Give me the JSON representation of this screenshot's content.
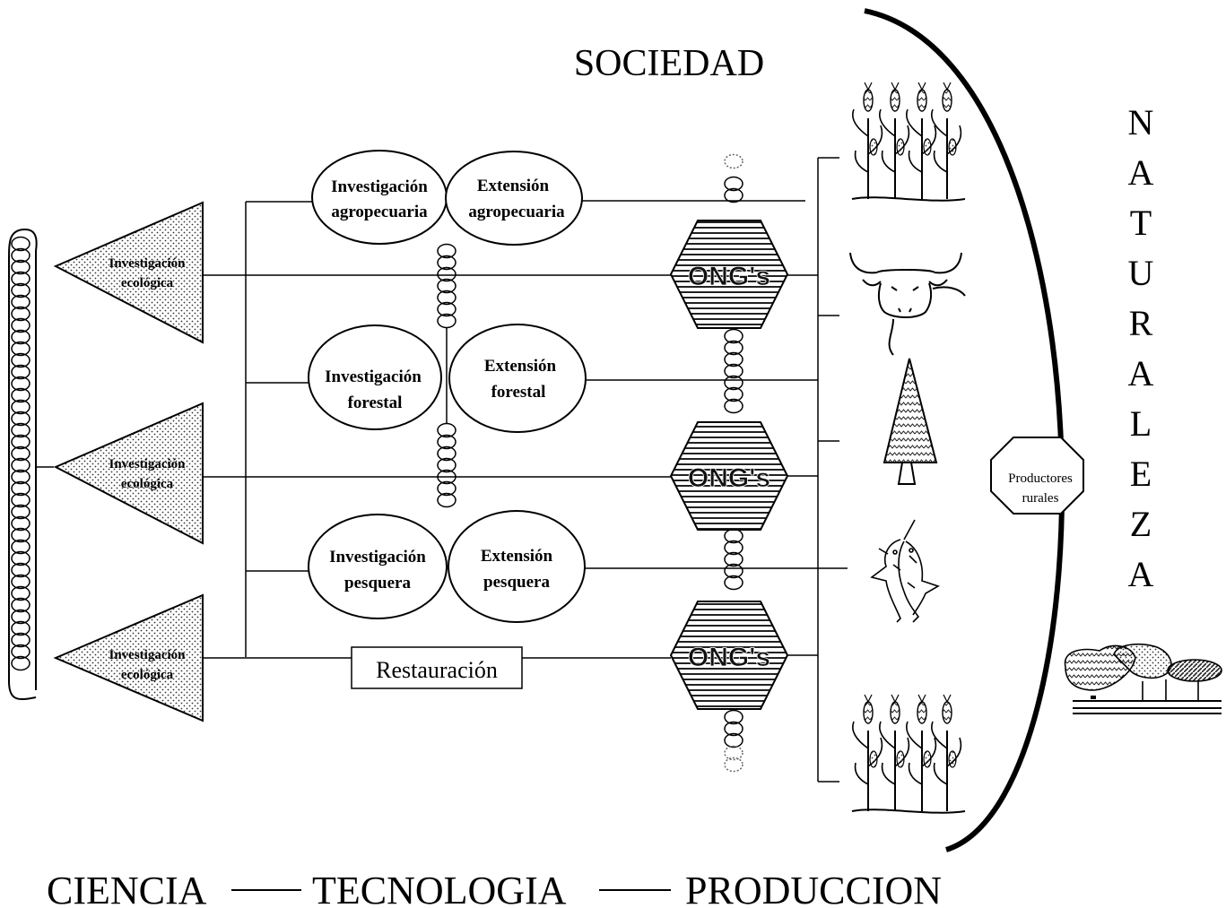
{
  "title_top": "SOCIEDAD",
  "side_word": [
    "N",
    "A",
    "T",
    "U",
    "R",
    "A",
    "L",
    "E",
    "Z",
    "A"
  ],
  "bottom": {
    "ciencia": "CIENCIA",
    "tecnologia": "TECNOLOGIA",
    "produccion": "PRODUCCION",
    "dash": "——"
  },
  "triangles": [
    {
      "line1": "Investigación",
      "line2": "ecológica"
    },
    {
      "line1": "Investigación",
      "line2": "ecológica"
    },
    {
      "line1": "Investigación",
      "line2": "ecológica"
    }
  ],
  "research": [
    {
      "line1": "Investigación",
      "line2": "agropecuaria"
    },
    {
      "line1": "Investigación",
      "line2": "forestal"
    },
    {
      "line1": "Investigación",
      "line2": "pesquera"
    }
  ],
  "extension": [
    {
      "line1": "Extensión",
      "line2": "agropecuaria"
    },
    {
      "line1": "Extensión",
      "line2": "forestal"
    },
    {
      "line1": "Extensión",
      "line2": "pesquera"
    }
  ],
  "ongs": [
    "ONG's",
    "ONG's",
    "ONG's"
  ],
  "restauracion": "Restauración",
  "productores": {
    "line1": "Productores",
    "line2": "rurales"
  },
  "icons": [
    "corn-crop-icon",
    "cattle-icon",
    "pine-tree-icon",
    "fish-icon",
    "corn-crop-icon",
    "landscape-icon"
  ]
}
